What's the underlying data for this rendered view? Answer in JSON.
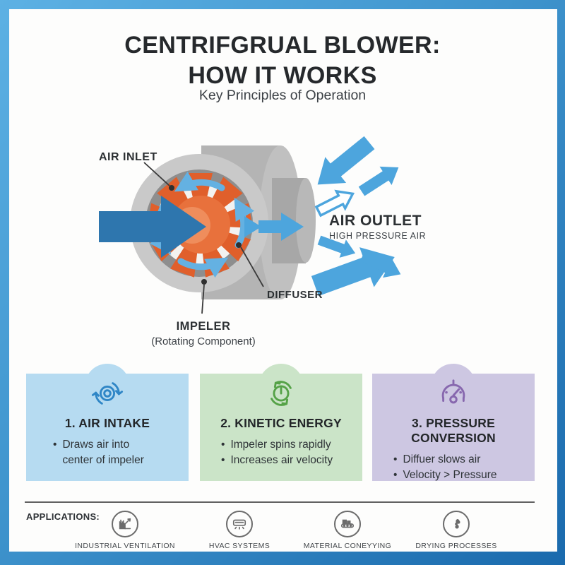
{
  "header": {
    "title_line1": "CENTRIFGRUAL BLOWER:",
    "title_line2": "HOW IT WORKS",
    "subtitle": "Key Principles of Operation"
  },
  "diagram": {
    "labels": {
      "air_inlet": "AIR INLET",
      "impeller": "IMPELER",
      "impeller_sub": "(Rotating Component)",
      "diffuser": "DIFFUSER",
      "air_outlet": "AIR OUTLET",
      "air_outlet_sub": "HIGH PRESSURE AIR"
    }
  },
  "cards": [
    {
      "title": "1. AIR INTAKE",
      "bullets": [
        "Draws air into\ncenter of impeler"
      ],
      "bg": "#b6dbf1",
      "icon": "air-intake-spiral-icon",
      "icon_color": "#2f86c6"
    },
    {
      "title": "2. KINETIC ENERGY",
      "bullets": [
        "Impeler spins rapidly",
        "Increases air velocity"
      ],
      "bg": "#cbe4c8",
      "icon": "rotation-clock-icon",
      "icon_color": "#55a247"
    },
    {
      "title": "3. PRESSURE CONVERSION",
      "bullets": [
        "Diffuer slows air",
        "Velocity > Pressure"
      ],
      "bg": "#cdc7e2",
      "icon": "gauge-icon",
      "icon_color": "#8767ae"
    }
  ],
  "applications": {
    "label": "APPLICATIONS:",
    "items": [
      {
        "name": "INDUSTRIAL VENTILATION",
        "icon": "factory-icon"
      },
      {
        "name": "HVAC SYSTEMS",
        "icon": "ac-unit-icon"
      },
      {
        "name": "MATERIAL CONEYYING",
        "icon": "conveyor-icon"
      },
      {
        "name": "DRYING PROCESSES",
        "icon": "fan-icon"
      }
    ]
  },
  "bullet_marker": "•",
  "colors": {
    "frame_light": "#5db1e4",
    "frame_dark": "#1a6aad",
    "inlet_arrow_blue": "#2e76ae",
    "flow_arrow_blue": "#4da5dd",
    "impeller_orange": "#e05f2b",
    "housing_gray": "#c9c9c9",
    "card_blue": "#b6dbf1",
    "card_green": "#cbe4c8",
    "card_purple": "#cdc7e2"
  }
}
